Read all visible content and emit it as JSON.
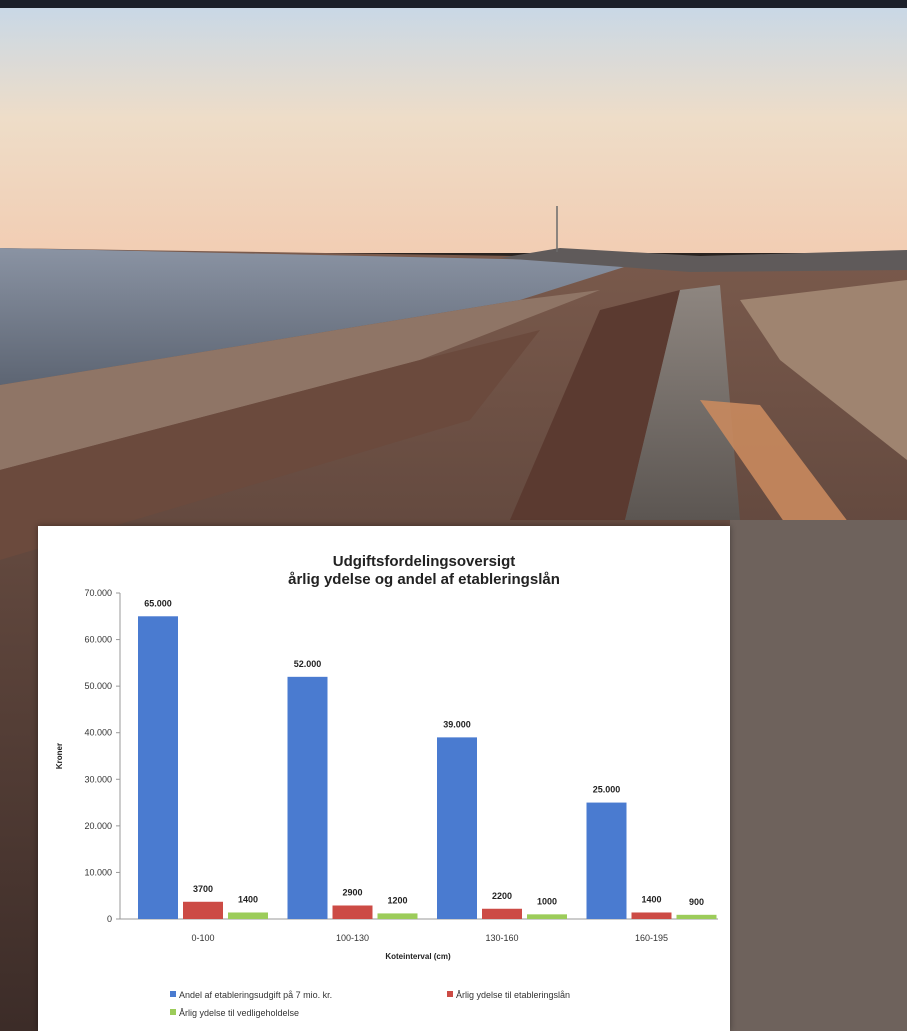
{
  "chart_data": {
    "type": "bar",
    "title": "Udgiftsfordelingsoversigt",
    "subtitle": "årlig ydelse og andel af etableringslån",
    "xlabel": "Koteinterval (cm)",
    "ylabel": "Kroner",
    "categories": [
      "0-100",
      "100-130",
      "130-160",
      "160-195"
    ],
    "ylim": [
      0,
      70000
    ],
    "yticks": [
      "0",
      "10.000",
      "20.000",
      "30.000",
      "40.000",
      "50.000",
      "60.000",
      "70.000"
    ],
    "legend_position": "bottom",
    "grid": false,
    "series": [
      {
        "name": "Andel af etableringsudgift på 7 mio. kr.",
        "color": "#4a7bd0",
        "values": [
          65000,
          52000,
          39000,
          25000
        ],
        "labels": [
          "65.000",
          "52.000",
          "39.000",
          "25.000"
        ]
      },
      {
        "name": "Årlig ydelse til etableringslån",
        "color": "#cc4b45",
        "values": [
          3700,
          2900,
          2200,
          1400
        ],
        "labels": [
          "3700",
          "2900",
          "2200",
          "1400"
        ]
      },
      {
        "name": "Årlig ydelse til vedligeholdelse",
        "color": "#9ccc5a",
        "values": [
          1400,
          1200,
          1000,
          900
        ],
        "labels": [
          "1400",
          "1200",
          "1000",
          "900"
        ]
      }
    ]
  }
}
